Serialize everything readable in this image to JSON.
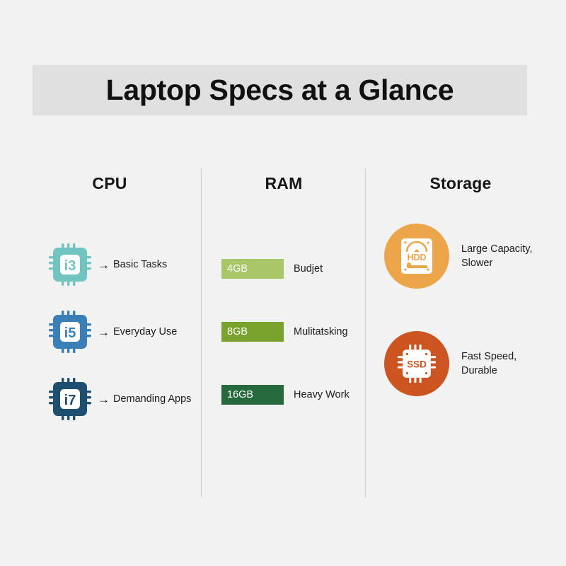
{
  "title": "Laptop Specs at a Glance",
  "background_color": "#f2f2f2",
  "title_band_color": "#e0e0e0",
  "columns": {
    "cpu": {
      "header": "CPU",
      "arrow": "→",
      "rows": [
        {
          "tier": "i3",
          "label": "Basic Tasks",
          "color": "#72c4c0",
          "icon": "cpu-chip-icon"
        },
        {
          "tier": "i5",
          "label": "Everyday Use",
          "color": "#3a7fb5",
          "icon": "cpu-chip-icon"
        },
        {
          "tier": "i7",
          "label": "Demanding Apps",
          "color": "#1c4f70",
          "icon": "cpu-chip-icon"
        }
      ]
    },
    "ram": {
      "header": "RAM",
      "rows": [
        {
          "size": "4GB",
          "label": "Budjet",
          "color": "#a8c868"
        },
        {
          "size": "8GB",
          "label": "Mulitatsking",
          "color": "#7aa32e"
        },
        {
          "size": "16GB",
          "label": "Heavy Work",
          "color": "#26693c"
        }
      ]
    },
    "storage": {
      "header": "Storage",
      "rows": [
        {
          "kind": "HDD",
          "label": "Large Capacity,\nSlower",
          "label_line1": "Large Capacity,",
          "label_line2": "Slower",
          "color": "#eda council",
          "circle_color": "#eda54a",
          "icon": "hard-disk-icon"
        },
        {
          "kind": "SSD",
          "label": "Fast Speed,\nDurable",
          "label_line1": "Fast Speed,",
          "label_line2": "Durable",
          "circle_color": "#cc5420",
          "icon": "ssd-chip-icon"
        }
      ]
    }
  }
}
